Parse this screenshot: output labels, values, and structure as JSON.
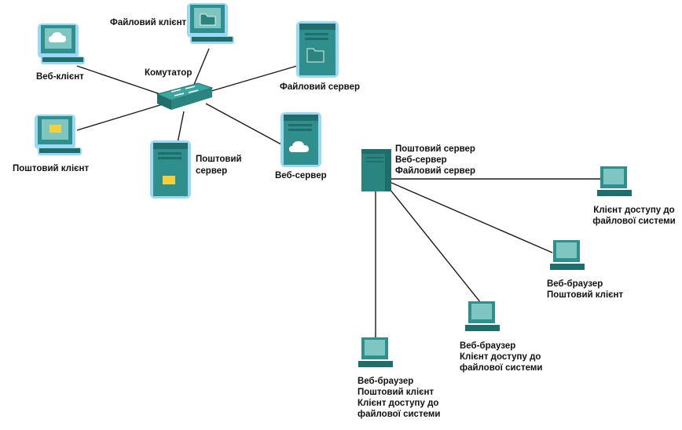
{
  "left_diagram": {
    "switch_label": "Комутатор",
    "web_client_label": "Веб-клієнт",
    "file_client_label": "Файловий клієнт",
    "mail_client_label": "Поштовий клієнт",
    "file_server_label": "Файловий сервер",
    "mail_server_label_1": "Поштовий",
    "mail_server_label_2": "сервер",
    "web_server_label": "Веб-сервер"
  },
  "right_diagram": {
    "server_lines": [
      "Поштовий сервер",
      "Веб-сервер",
      "Файловий сервер"
    ],
    "client_a_lines": [
      "Клієнт доступу до",
      "файлової системи"
    ],
    "client_b_lines": [
      "Веб-браузер",
      "Поштовий клієнт"
    ],
    "client_c_lines": [
      "Веб-браузер",
      "Клієнт доступу до",
      "файлової системи"
    ],
    "client_d_lines": [
      "Веб-браузер",
      "Поштовий клієнт",
      "Клієнт доступу до",
      "файлової системи"
    ]
  },
  "colors": {
    "device_teal": "#2f8f8c",
    "device_dark": "#1f6e6b",
    "glow_blue": "#4fb7ec",
    "wire": "#1a1a1a",
    "mail_icon": "#f2d13a"
  }
}
